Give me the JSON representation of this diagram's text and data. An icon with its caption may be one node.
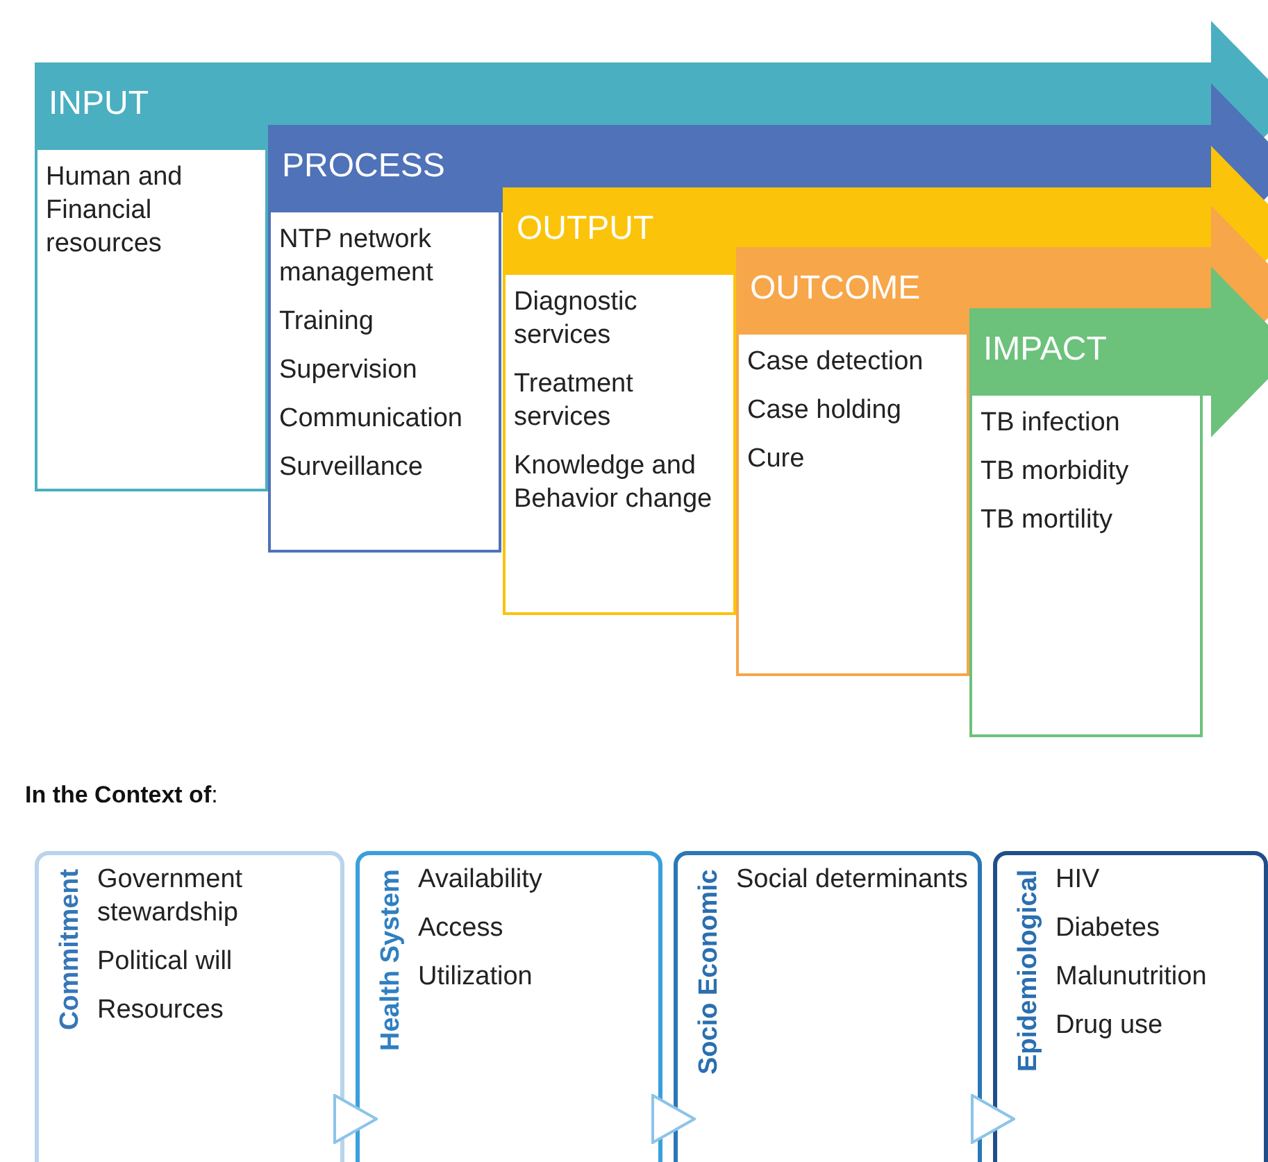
{
  "diagram": {
    "nodes": [
      {
        "text": [
          "INPUT",
          "Human and Financial resources"
        ]
      },
      {
        "text": [
          "PROCESS",
          "NTP network management",
          "Training",
          "Supervision",
          "Communication",
          "Surveillance"
        ]
      },
      {
        "text": [
          "OUTPUT",
          "Diagnostic services",
          "Treatment services",
          "Knowledge and Behavior change"
        ]
      },
      {
        "text": [
          "OUTCOME",
          "Case detection",
          "Case holding",
          "Cure"
        ]
      },
      {
        "text": [
          "IMPACT",
          "TB infection",
          "TB morbidity",
          "TB mortility"
        ]
      },
      {
        "text": [
          "Commitment",
          "Government stewardship",
          "Political will",
          "Resources"
        ]
      },
      {
        "text": [
          "Health System",
          "Availability",
          "Access",
          "Utilization"
        ]
      },
      {
        "text": [
          "Socio Economic",
          "Social determinants"
        ]
      },
      {
        "text": [
          "Epidemiological",
          "HIV",
          "Diabetes",
          "Malunutrition",
          "Drug use"
        ]
      }
    ],
    "edges": [
      {
        "from": 5,
        "to": 6,
        "arrow": "to"
      },
      {
        "from": 6,
        "to": 7,
        "arrow": "to"
      },
      {
        "from": 7,
        "to": 8,
        "arrow": "to"
      }
    ],
    "labels": [
      "**In the Context of**:"
    ]
  }
}
